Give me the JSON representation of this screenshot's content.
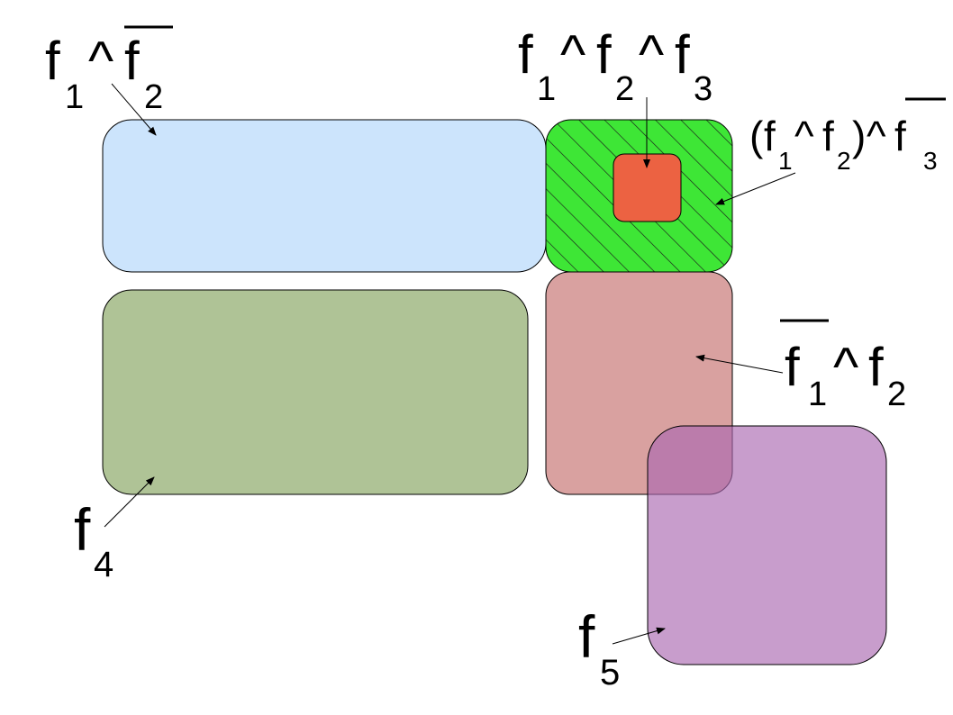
{
  "regions": [
    {
      "id": "f1-and-not-f2",
      "fill": "#cce4fc"
    },
    {
      "id": "f4",
      "fill": "#afc396"
    },
    {
      "id": "f1-and-f2-and-not-f3",
      "fill": "#3ee636",
      "pattern": "diagonal-hatch"
    },
    {
      "id": "f1-and-f2-and-f3",
      "fill": "#ec6242"
    },
    {
      "id": "not-f1-and-f2",
      "fill": "#d9a1a0"
    },
    {
      "id": "f5",
      "fill": "#c49ac8"
    }
  ],
  "labels": {
    "l1": {
      "base1": "f",
      "sub1": "1",
      "op": "^",
      "base2": "f",
      "sub2": "2",
      "overline": "f2"
    },
    "l2": {
      "base1": "f",
      "sub1": "1",
      "op1": "^",
      "base2": "f",
      "sub2": "2",
      "op2": "^",
      "base3": "f",
      "sub3": "3"
    },
    "l3": {
      "open": "(",
      "base1": "f",
      "sub1": "1",
      "op1": "^",
      "base2": "f",
      "sub2": "2",
      "close": ")",
      "op2": "^",
      "base3": "f",
      "sub3": "3",
      "overline": "f3"
    },
    "l4": {
      "base1": "f",
      "sub1": "1",
      "op": "^",
      "base2": "f",
      "sub2": "2",
      "overline": "f1"
    },
    "l5": {
      "base": "f",
      "sub": "4"
    },
    "l6": {
      "base": "f",
      "sub": "5"
    }
  },
  "colors": {
    "stroke": "#000000",
    "hatch": "#1a1a1a"
  }
}
